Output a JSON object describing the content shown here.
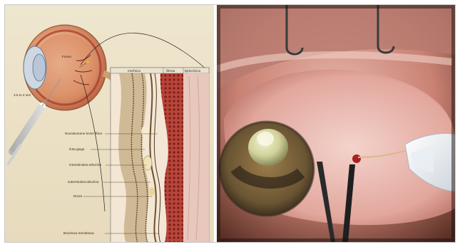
{
  "diagram": {
    "eye_labels": {
      "fovea": "Fovea",
      "scale": "3.5 to 4 mm"
    },
    "column_headers": [
      "mrežnica",
      "žilnica",
      "bjeloočnica"
    ],
    "layer_labels": [
      "Novostvorene krvne žilice",
      "žuta pjega",
      "intraretinalna tekućina",
      "subretinalna tekućina",
      "Druze",
      "Bruchova membrana"
    ]
  },
  "photo": {
    "subject": "intravitreal-injection-surgery"
  },
  "colors": {
    "background": "#efe6cf",
    "retina": "#c9b08a",
    "choroid": "#9a2f28",
    "sclera": "#e8c7bc"
  }
}
